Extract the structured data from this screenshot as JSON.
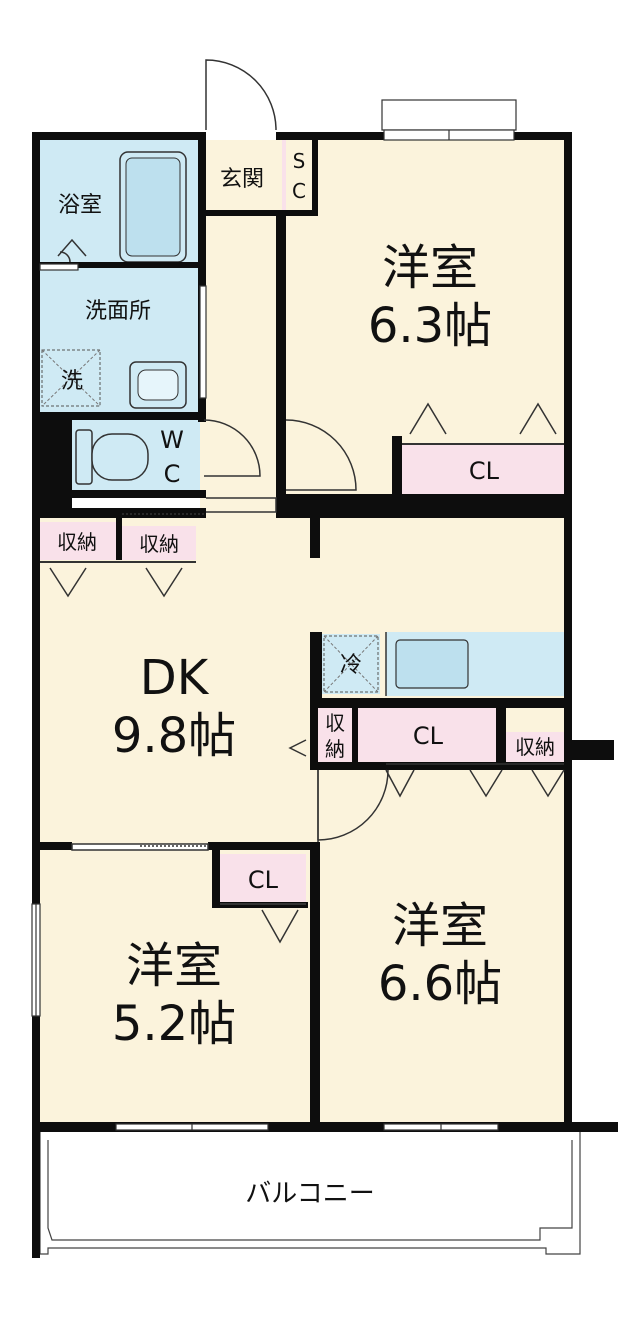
{
  "colors": {
    "wall": "#0d0d0d",
    "room": "#fbf3dc",
    "wet": "#cfeaf4",
    "storage": "#f9e1ea",
    "balcony": "#ffffff"
  },
  "rooms": {
    "bath": "浴室",
    "washroom": "洗面所",
    "washer": "洗",
    "toilet_w": "W",
    "toilet_c": "C",
    "entrance": "玄関",
    "sc_s": "S",
    "sc_c": "C",
    "western1_name": "洋室",
    "western1_size": "6.3帖",
    "cl1": "CL",
    "storage1": "収納",
    "storage2": "収納",
    "dk_name": "DK",
    "dk_size": "9.8帖",
    "fridge": "冷",
    "storage3_a": "収",
    "storage3_b": "納",
    "cl2": "CL",
    "storage4": "収納",
    "cl3": "CL",
    "western2_name": "洋室",
    "western2_size": "5.2帖",
    "western3_name": "洋室",
    "western3_size": "6.6帖",
    "balcony": "バルコニー"
  }
}
